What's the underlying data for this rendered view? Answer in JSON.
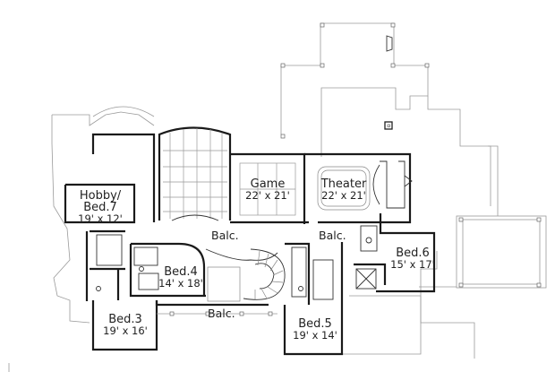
{
  "plan": {
    "type": "second-floor-plan",
    "rooms": [
      {
        "id": "hobby",
        "name": "Hobby/",
        "name2": "Bed.7",
        "dim": "19' x 12'"
      },
      {
        "id": "game",
        "name": "Game",
        "dim": "22' x 21'"
      },
      {
        "id": "theater",
        "name": "Theater",
        "dim": "22' x 21'"
      },
      {
        "id": "bed6",
        "name": "Bed.6",
        "dim": "15' x 17'"
      },
      {
        "id": "bed4",
        "name": "Bed.4",
        "dim": "14' x 18'"
      },
      {
        "id": "bed3",
        "name": "Bed.3",
        "dim": "19' x 16'"
      },
      {
        "id": "bed5",
        "name": "Bed.5",
        "dim": "19' x 14'"
      }
    ],
    "balconies": [
      {
        "id": "balc-center",
        "label": "Balc."
      },
      {
        "id": "balc-right",
        "label": "Balc."
      },
      {
        "id": "balc-bottom",
        "label": "Balc."
      }
    ],
    "colors": {
      "wall": "#1a1a1a",
      "ghost": "#9a9a9a",
      "background": "#ffffff"
    }
  }
}
